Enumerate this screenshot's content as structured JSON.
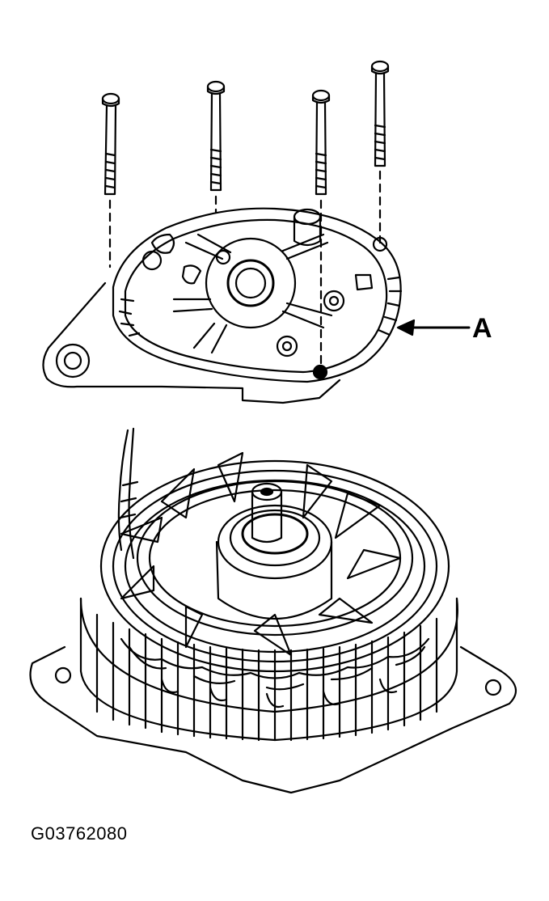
{
  "figure": {
    "callout_label": "A",
    "figure_id": "G03762080"
  },
  "parts": {
    "bolt_count": 4,
    "top_part_icon": "end-frame-housing-icon",
    "bottom_part_icon": "stator-rotor-assembly-icon",
    "bolt_icon": "through-bolt-icon"
  },
  "colors": {
    "line": "#000000",
    "background": "#ffffff"
  }
}
